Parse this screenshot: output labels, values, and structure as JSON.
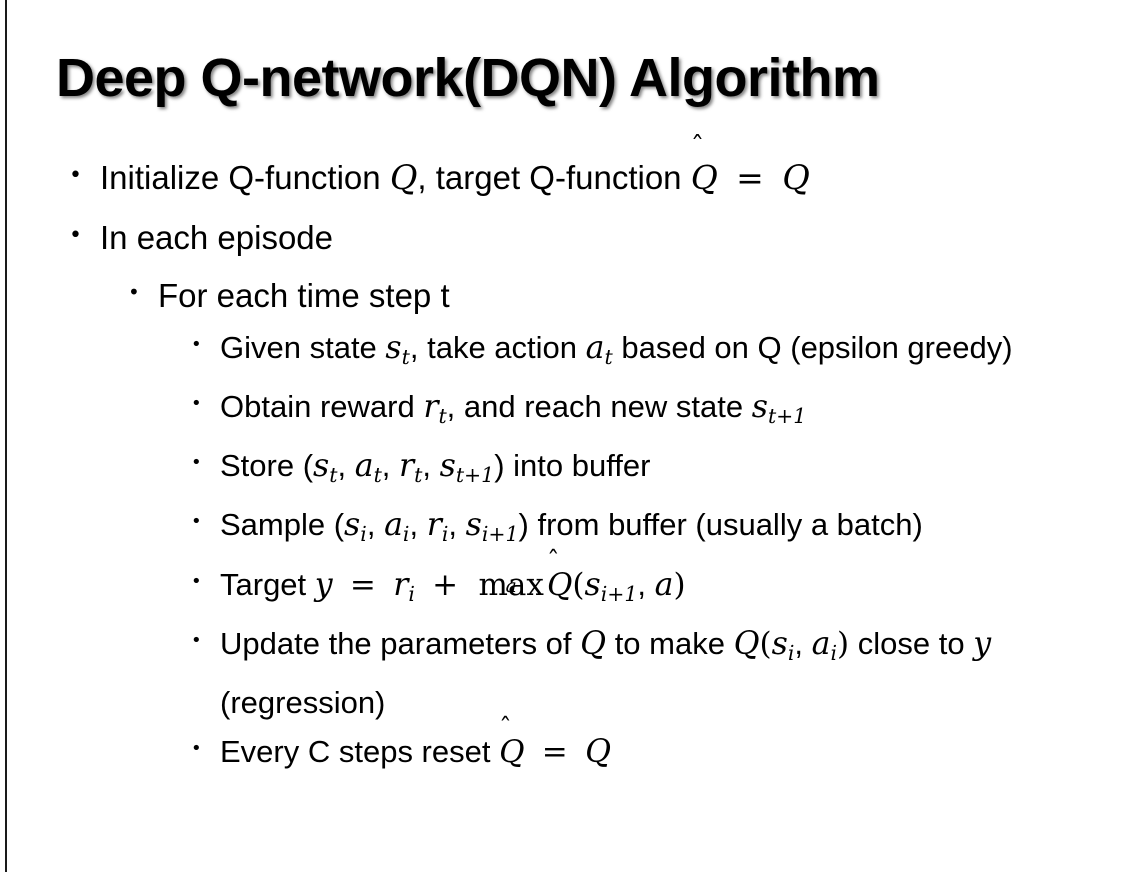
{
  "slide": {
    "title": "Deep Q-network(DQN) Algorithm",
    "background_color": "#ffffff",
    "text_color": "#000000",
    "bullet_glyph": "•"
  },
  "content": {
    "initialize": {
      "prefix": "Initialize Q-function ",
      "q1": "Q",
      "mid": ", target Q-function ",
      "qhat": "Q",
      "hat": "̂",
      "equals": "=",
      "q2": "Q"
    },
    "in_each_episode": "In each episode",
    "for_each_time_step": "For each time step t",
    "given_state": {
      "p1": "Given state ",
      "s": "s",
      "s_sub": "t",
      "p2": ", take action ",
      "a": "a",
      "a_sub": "t",
      "p3": " based on Q (epsilon greedy)"
    },
    "obtain_reward": {
      "p1": "Obtain reward ",
      "r": "r",
      "r_sub": "t",
      "p2": ", and reach new state ",
      "s": "s",
      "s_sub": "t+1"
    },
    "store": {
      "p1": "Store (",
      "s": "s",
      "s_sub": "t",
      "c1": ", ",
      "a": "a",
      "a_sub": "t",
      "c2": ", ",
      "r": "r",
      "r_sub": "t",
      "c3": ", ",
      "s2": "s",
      "s2_sub": "t+1",
      "p2": ") into buffer"
    },
    "sample": {
      "p1": "Sample (",
      "s": "s",
      "s_sub": "i",
      "c1": ", ",
      "a": "a",
      "a_sub": "i",
      "c2": ", ",
      "r": "r",
      "r_sub": "i",
      "c3": ", ",
      "s2": "s",
      "s2_sub": "i+1",
      "p2": ") from buffer (usually a batch)"
    },
    "target": {
      "p1": "Target ",
      "y": "y",
      "equals": "=",
      "r": "r",
      "r_sub": "i",
      "plus": "+",
      "max": "max",
      "max_sub": "a",
      "qhat": "Q",
      "hat": "̂",
      "open": "(",
      "s": "s",
      "s_sub": "i+1",
      "comma": ", ",
      "a": "a",
      "close": ")"
    },
    "update": {
      "p1": "Update the parameters of ",
      "q1": "Q",
      "p2": " to make ",
      "q2": "Q",
      "open": "(",
      "s": "s",
      "s_sub": "i",
      "comma": ", ",
      "a": "a",
      "a_sub": "i",
      "close": ")",
      "p3": " close to ",
      "y": "y",
      "p4": " (regression)"
    },
    "reset": {
      "p1": "Every C steps reset ",
      "qhat": "Q",
      "hat": "̂",
      "equals": "=",
      "q": "Q"
    }
  }
}
